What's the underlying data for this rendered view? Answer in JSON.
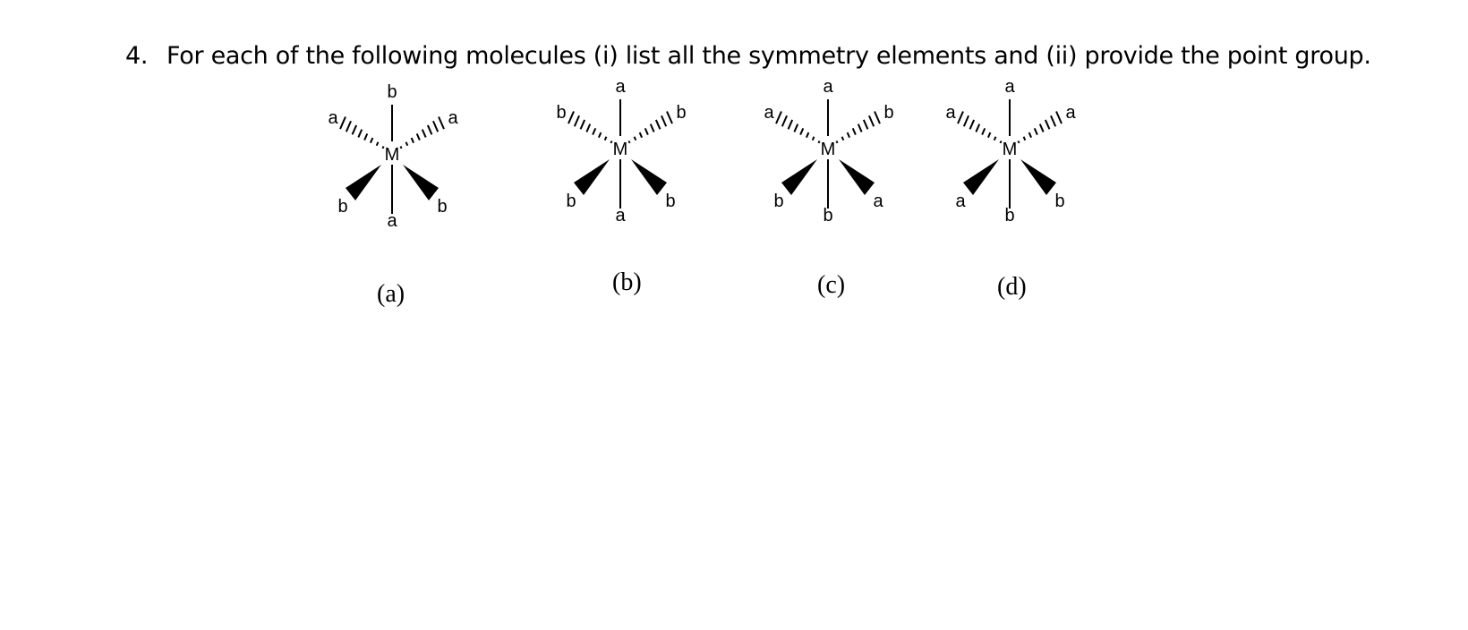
{
  "question": {
    "number": "4.",
    "text": "For each of the following molecules (i) list all the symmetry elements and (ii) provide the point group."
  },
  "molecules": [
    {
      "caption": "(a)",
      "center": "M",
      "top": "b",
      "hash_left": "a",
      "hash_right": "a",
      "wedge_left": "b",
      "wedge_right": "b",
      "bottom": "a"
    },
    {
      "caption": "(b)",
      "center": "M",
      "top": "a",
      "hash_left": "b",
      "hash_right": "b",
      "wedge_left": "b",
      "wedge_right": "b",
      "bottom": "a"
    },
    {
      "caption": "(c)",
      "center": "M",
      "top": "a",
      "hash_left": "a",
      "hash_right": "b",
      "wedge_left": "b",
      "wedge_right": "a",
      "bottom": "b"
    },
    {
      "caption": "(d)",
      "center": "M",
      "top": "a",
      "hash_left": "a",
      "hash_right": "a",
      "wedge_left": "a",
      "wedge_right": "b",
      "bottom": "b"
    }
  ]
}
